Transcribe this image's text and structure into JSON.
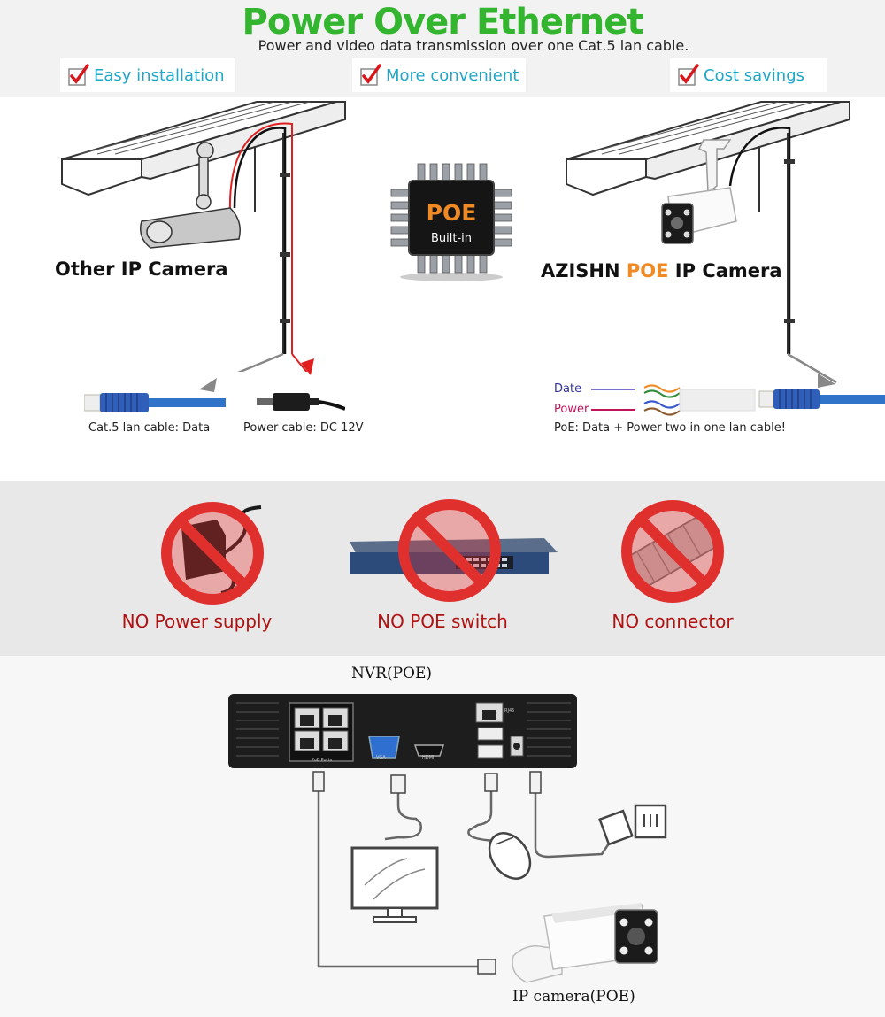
{
  "header": {
    "title": "Power Over Ethernet",
    "subtitle": "Power and video data transmission over one Cat.5 lan cable.",
    "features": [
      "Easy installation",
      "More convenient",
      "Cost savings"
    ]
  },
  "compare": {
    "other_camera": "Other IP Camera",
    "poe_chip": {
      "top": "POE",
      "bottom": "Built-in"
    },
    "azishn_brand": "AZISHN",
    "azishn_poe": "POE",
    "azishn_rest": "IP Camera",
    "lan_cable_caption": "Cat.5 lan cable: Data",
    "power_cable_caption": "Power cable: DC 12V",
    "date_label": "Date",
    "power_label": "Power",
    "poe_caption": "PoE: Data + Power two in one lan cable!"
  },
  "no_items": [
    "NO Power supply",
    "NO POE switch",
    "NO connector"
  ],
  "nvr": {
    "title": "NVR(POE)",
    "port_labels": {
      "poe": "PoE Ports",
      "vga": "VGA",
      "hdmi": "HDMI",
      "rj45": "RJ45"
    },
    "camera_caption": "IP camera(POE)"
  },
  "colors": {
    "title_green": "#33b52f",
    "feature_blue": "#1ea7c9",
    "poe_orange": "#f08a24",
    "prohibit_red": "#e0302e",
    "no_text_red": "#b01212",
    "cable_blue": "#2f74c9"
  }
}
